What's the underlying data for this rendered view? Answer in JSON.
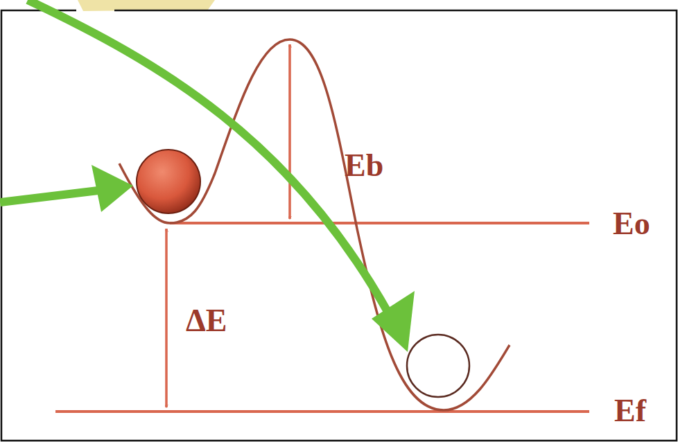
{
  "diagram": {
    "labels": [
      "Eb",
      "ΔE",
      "Eo",
      "Ef"
    ]
  }
}
